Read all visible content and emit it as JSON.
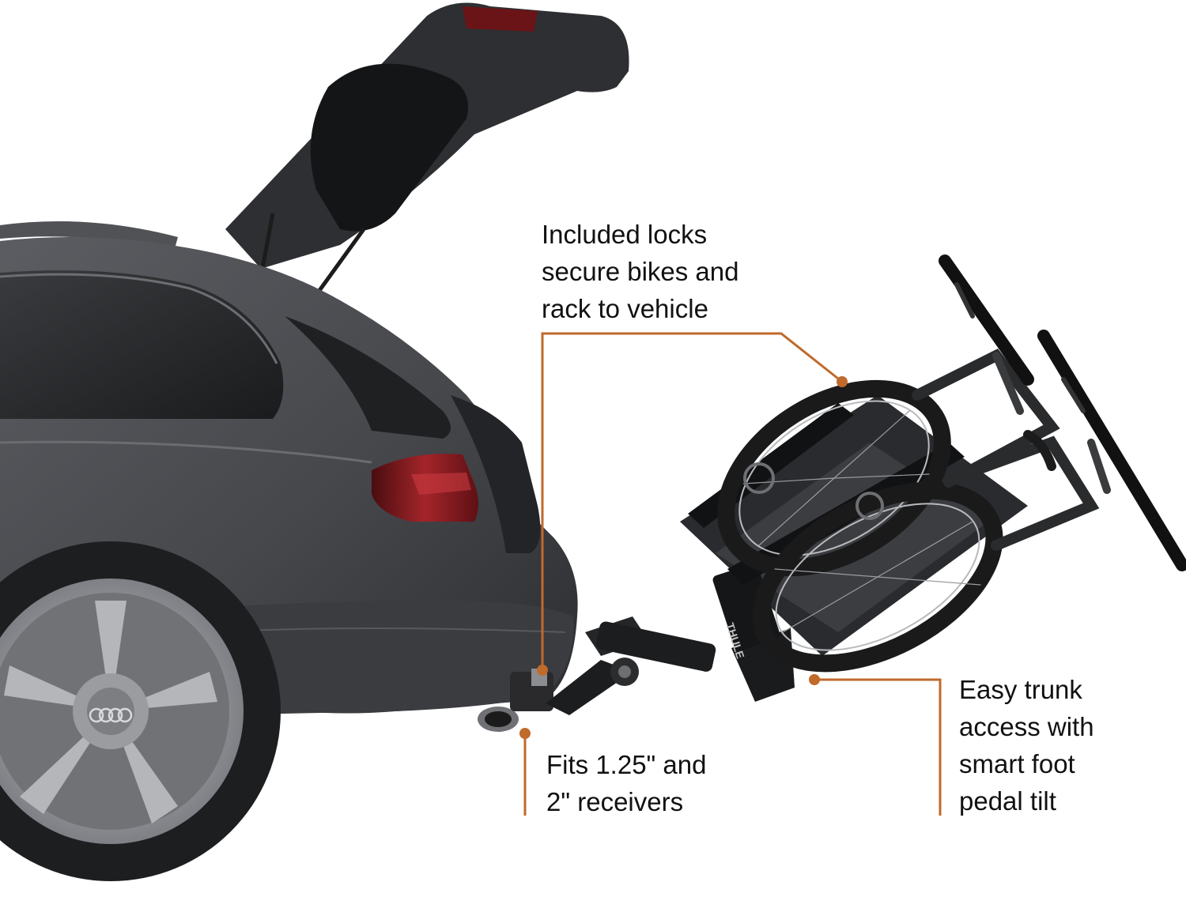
{
  "colors": {
    "accent": "#c06a2c",
    "text": "#111111",
    "car_body": "#4a4c50",
    "car_dark": "#2a2b2e",
    "tail_light": "#8e1a1e",
    "wheel": "#9a9ca0",
    "rack": "#1c1d1f"
  },
  "callouts": {
    "locks": {
      "lines": [
        "Included locks",
        "secure bikes and",
        "rack to vehicle"
      ]
    },
    "receivers": {
      "lines": [
        "Fits 1.25\" and",
        "2\" receivers"
      ]
    },
    "trunk": {
      "lines": [
        "Easy trunk",
        "access with",
        "smart foot",
        "pedal tilt"
      ]
    }
  },
  "brand_mark": "THULE",
  "icons": {
    "car": "car-rear-icon",
    "rack": "bike-rack-icon",
    "bikes": "bicycle-icon",
    "marker": "dot-marker-icon"
  }
}
